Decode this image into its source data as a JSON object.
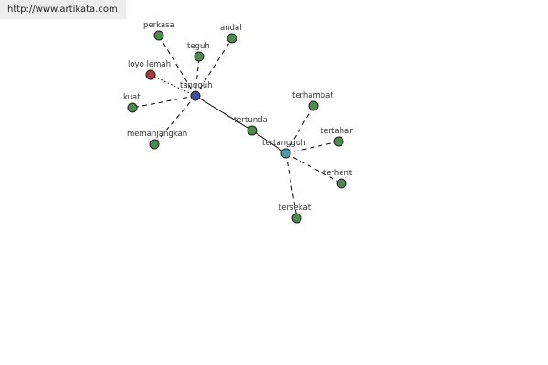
{
  "source": {
    "url": "http://www.artikata.com"
  },
  "colors": {
    "background": "#ffffff",
    "source_bar": "#eeeeee",
    "edge": "#000000",
    "word_node": "#4f8a4f",
    "primary_node": "#3b4fa8",
    "secondary_node": "#4a9aa8",
    "antonym_node": "#a83b3b",
    "node_outline": "#1f1f1f"
  },
  "graph": {
    "nodes": [
      {
        "id": "tangguh",
        "label": "tangguh",
        "kind": "primary"
      },
      {
        "id": "tertangguh",
        "label": "tertangguh",
        "kind": "secondary"
      },
      {
        "id": "perkasa",
        "label": "perkasa",
        "kind": "word"
      },
      {
        "id": "andal",
        "label": "andal",
        "kind": "word"
      },
      {
        "id": "teguh",
        "label": "teguh",
        "kind": "word"
      },
      {
        "id": "loyo-lemah",
        "label": "loyo lemah",
        "kind": "antonym"
      },
      {
        "id": "kuat",
        "label": "kuat",
        "kind": "word"
      },
      {
        "id": "memanjangkan",
        "label": "memanjangkan",
        "kind": "word"
      },
      {
        "id": "tertunda",
        "label": "tertunda",
        "kind": "word"
      },
      {
        "id": "terhambat",
        "label": "terhambat",
        "kind": "word"
      },
      {
        "id": "tertahan",
        "label": "tertahan",
        "kind": "word"
      },
      {
        "id": "terhenti",
        "label": "terhenti",
        "kind": "word"
      },
      {
        "id": "tersekat",
        "label": "tersekat",
        "kind": "word"
      }
    ],
    "edges": [
      {
        "from": "tangguh",
        "to": "perkasa",
        "style": "dashed"
      },
      {
        "from": "tangguh",
        "to": "andal",
        "style": "dashed"
      },
      {
        "from": "tangguh",
        "to": "teguh",
        "style": "dashed"
      },
      {
        "from": "tangguh",
        "to": "loyo-lemah",
        "style": "dotted"
      },
      {
        "from": "tangguh",
        "to": "kuat",
        "style": "dashed"
      },
      {
        "from": "tangguh",
        "to": "memanjangkan",
        "style": "dashed"
      },
      {
        "from": "tangguh",
        "to": "tertunda",
        "style": "solid"
      },
      {
        "from": "tertunda",
        "to": "tertangguh",
        "style": "solid"
      },
      {
        "from": "tertangguh",
        "to": "terhambat",
        "style": "dashed"
      },
      {
        "from": "tertangguh",
        "to": "tertahan",
        "style": "dashed"
      },
      {
        "from": "tertangguh",
        "to": "terhenti",
        "style": "dashed"
      },
      {
        "from": "tertangguh",
        "to": "tersekat",
        "style": "dashed"
      }
    ]
  }
}
